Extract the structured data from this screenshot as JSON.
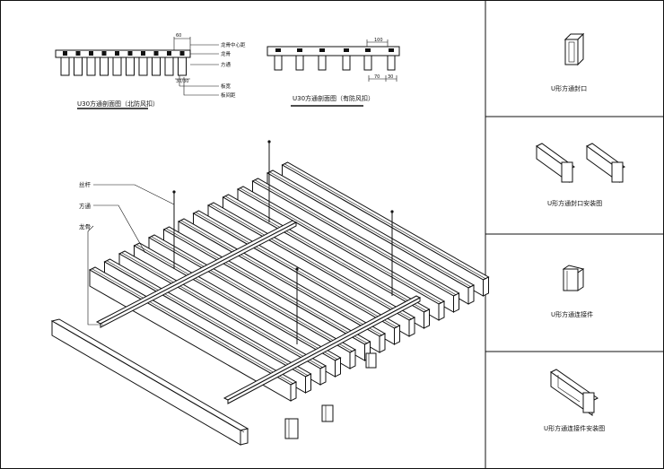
{
  "section_top_left": {
    "title": "U30方通剖面图（北防风扣）",
    "labels": {
      "keel_center_distance": "龙骨中心距",
      "keel": "龙骨",
      "square_tube": "方通",
      "plate_width": "板宽",
      "plate_gap": "板间距"
    },
    "dims": {
      "top": "60",
      "bottom": "30/30"
    }
  },
  "section_top_right": {
    "title": "U30方通剖面图（有防风扣）",
    "dims": {
      "top": "100",
      "bottom_left": "70",
      "bottom_right": "30"
    }
  },
  "assembly_labels": {
    "rod": "丝杆",
    "tube": "方通",
    "keel": "龙骨"
  },
  "right_panels": [
    {
      "caption": "U形方通封口",
      "icon": "u-end-cap-icon"
    },
    {
      "caption": "U形方通封口安装图",
      "icon": "end-cap-install-icon"
    },
    {
      "caption": "U形方通连接件",
      "icon": "u-connector-icon"
    },
    {
      "caption": "U形方通连接件安装图",
      "icon": "connector-install-icon"
    }
  ]
}
